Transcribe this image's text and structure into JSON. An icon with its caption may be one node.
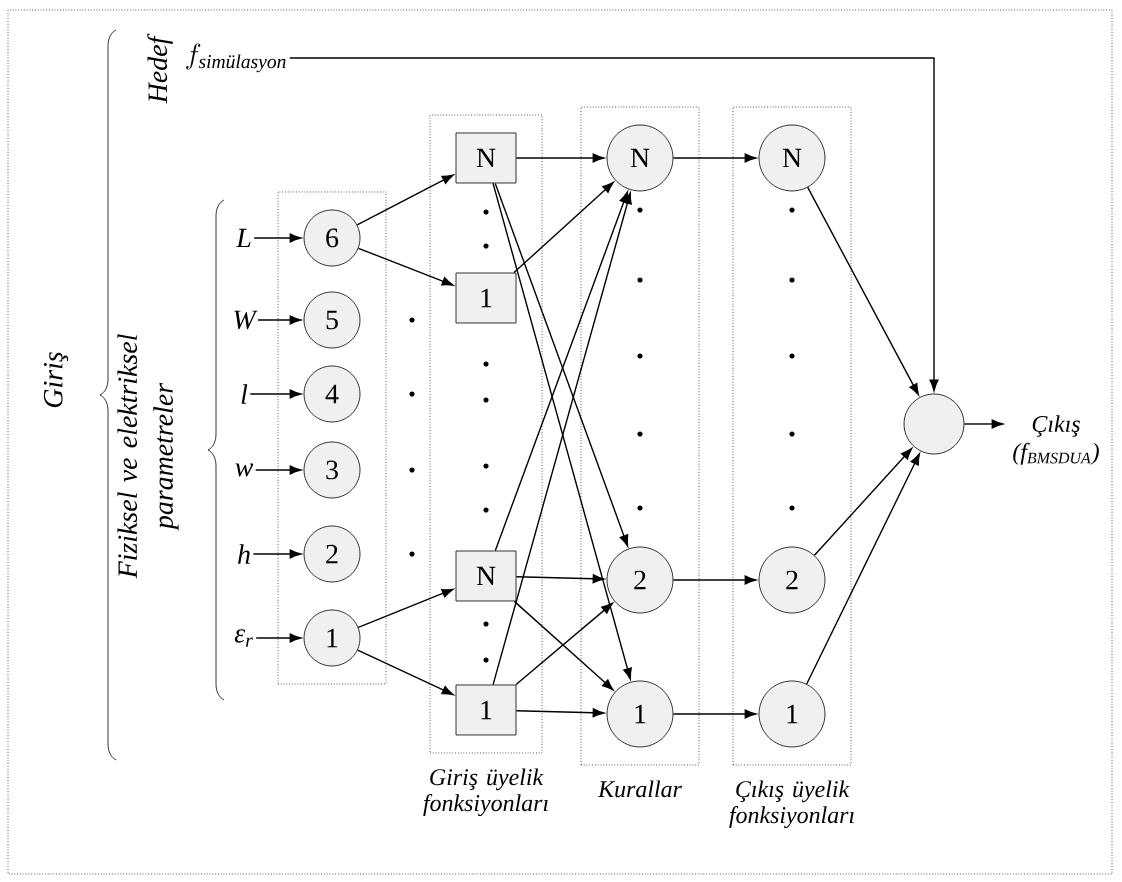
{
  "diagram": {
    "nodes": [
      {
        "text": [
          "f_{\\textit{simülasyon}}"
        ]
      },
      {
        "text": [
          "L"
        ]
      },
      {
        "text": [
          "W"
        ]
      },
      {
        "text": [
          "l"
        ]
      },
      {
        "text": [
          "w"
        ]
      },
      {
        "text": [
          "h"
        ]
      },
      {
        "text": [
          "ε$_{r}$"
        ]
      },
      {
        "text": [],
        "shape": "box"
      },
      {
        "text": [
          "6"
        ],
        "in": 7
      },
      {
        "text": [
          "5"
        ],
        "in": 7
      },
      {
        "text": [
          "4"
        ],
        "in": 7
      },
      {
        "text": [
          "3"
        ],
        "in": 7
      },
      {
        "text": [
          "2"
        ],
        "in": 7
      },
      {
        "text": [
          "1"
        ],
        "in": 7
      },
      {
        "text": [
          "Giriş üyelik fonksiyonları"
        ]
      },
      {
        "text": [
          "N"
        ],
        "in": 14
      },
      {
        "text": [
          "1"
        ],
        "in": 14
      },
      {
        "text": [
          "N"
        ],
        "in": 14
      },
      {
        "text": [
          "1"
        ],
        "in": 14
      },
      {
        "text": [
          "Kurallar"
        ]
      },
      {
        "text": [
          "N"
        ],
        "in": 19
      },
      {
        "text": [
          "2"
        ],
        "in": 19
      },
      {
        "text": [
          "1"
        ],
        "in": 19
      },
      {
        "text": [
          "Çıkış üyelik fonksiyonları"
        ]
      },
      {
        "text": [
          "N"
        ],
        "in": 23
      },
      {
        "text": [
          "2"
        ],
        "in": 23
      },
      {
        "text": [
          "1"
        ],
        "in": 23
      },
      {
        "text": [],
        "shape": "circle"
      },
      {
        "text": [
          "Çıkış (f$_{BMSDUA}$)"
        ]
      }
    ],
    "edges": [
      {
        "from": 0,
        "to": 27,
        "arrow": "to"
      },
      {
        "from": 1,
        "to": 8,
        "arrow": "to"
      },
      {
        "from": 2,
        "to": 9,
        "arrow": "to"
      },
      {
        "from": 3,
        "to": 10,
        "arrow": "to"
      },
      {
        "from": 4,
        "to": 11,
        "arrow": "to"
      },
      {
        "from": 5,
        "to": 12,
        "arrow": "to"
      },
      {
        "from": 6,
        "to": 13,
        "arrow": "to"
      },
      {
        "from": 8,
        "to": 15,
        "arrow": "to"
      },
      {
        "from": 8,
        "to": 16,
        "arrow": "to"
      },
      {
        "from": 13,
        "to": 17,
        "arrow": "to"
      },
      {
        "from": 13,
        "to": 18,
        "arrow": "to"
      },
      {
        "from": 15,
        "to": 20,
        "arrow": "to"
      },
      {
        "from": 15,
        "to": 21,
        "arrow": "to"
      },
      {
        "from": 15,
        "to": 22,
        "arrow": "to"
      },
      {
        "from": 16,
        "to": 20,
        "arrow": "to"
      },
      {
        "from": 17,
        "to": 20,
        "arrow": "to"
      },
      {
        "from": 17,
        "to": 21,
        "arrow": "to"
      },
      {
        "from": 17,
        "to": 22,
        "arrow": "to"
      },
      {
        "from": 18,
        "to": 20,
        "arrow": "to"
      },
      {
        "from": 18,
        "to": 21,
        "arrow": "to"
      },
      {
        "from": 18,
        "to": 22,
        "arrow": "to"
      },
      {
        "from": 20,
        "to": 24,
        "arrow": "to"
      },
      {
        "from": 21,
        "to": 25,
        "arrow": "to"
      },
      {
        "from": 22,
        "to": 26,
        "arrow": "to"
      },
      {
        "from": 24,
        "to": 27,
        "arrow": "to"
      },
      {
        "from": 25,
        "to": 27,
        "arrow": "to"
      },
      {
        "from": 26,
        "to": 27,
        "arrow": "to"
      },
      {
        "from": 27,
        "to": 28,
        "arrow": "to"
      }
    ],
    "labels": [
      "Hedef",
      "Giriş",
      "Fiziksel ve elektriksel parametreler"
    ]
  }
}
